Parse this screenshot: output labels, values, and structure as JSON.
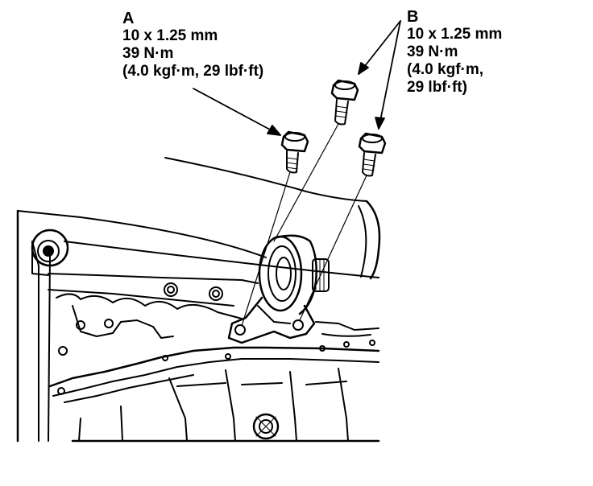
{
  "callouts": {
    "a": {
      "letter": "A",
      "size": "10 x 1.25 mm",
      "torque": "39 N·m",
      "torque_alt": "(4.0 kgf·m, 29 lbf·ft)"
    },
    "b": {
      "letter": "B",
      "size": "10 x 1.25 mm",
      "torque": "39 N·m",
      "torque_alt_1": "(4.0 kgf·m,",
      "torque_alt_2": "29 lbf·ft)"
    }
  },
  "colors": {
    "ink": "#000000",
    "paper": "#ffffff"
  }
}
